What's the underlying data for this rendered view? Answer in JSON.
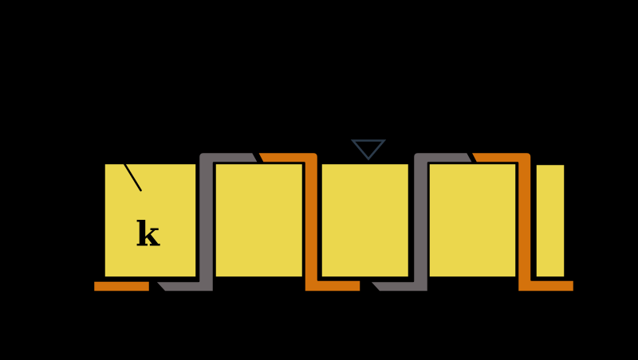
{
  "diagram": {
    "background_color": "#000000",
    "outline_color": "#000000",
    "colors": {
      "block_yellow": "#EBD74D",
      "connector_orange": "#D4720C",
      "connector_gray": "#6A6466",
      "triangle_stroke": "#2B3A4A",
      "label_black": "#000000"
    },
    "block_label": "k",
    "block_count": 5,
    "symbols": [
      {
        "name": "datum-triangle",
        "shape": "inverted-open-triangle"
      }
    ],
    "connectors": [
      {
        "name": "orange-stub-left",
        "color_ref": "connector_orange"
      },
      {
        "name": "gray-z-1",
        "color_ref": "connector_gray"
      },
      {
        "name": "orange-z-1",
        "color_ref": "connector_orange"
      },
      {
        "name": "gray-z-2",
        "color_ref": "connector_gray"
      },
      {
        "name": "orange-z-2",
        "color_ref": "connector_orange"
      }
    ]
  }
}
